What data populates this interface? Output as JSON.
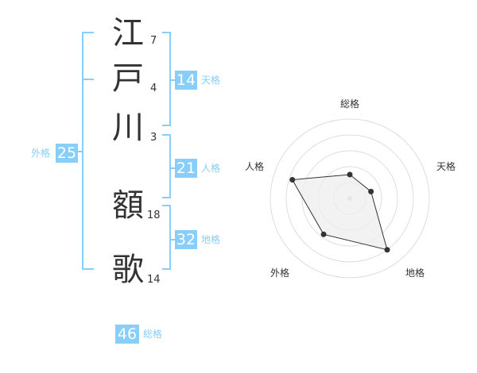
{
  "name": [
    {
      "char": "江",
      "strokes": "7"
    },
    {
      "char": "戸",
      "strokes": "4"
    },
    {
      "char": "川",
      "strokes": "3"
    },
    {
      "char": "額",
      "strokes": "18"
    },
    {
      "char": "歌",
      "strokes": "14"
    }
  ],
  "kaku": {
    "tenkaku": {
      "value": "14",
      "label": "天格"
    },
    "jinkaku": {
      "value": "21",
      "label": "人格"
    },
    "chikaku": {
      "value": "32",
      "label": "地格"
    },
    "gaikaku": {
      "value": "25",
      "label": "外格"
    },
    "soukaku": {
      "value": "46",
      "label": "総格"
    }
  },
  "colors": {
    "accent": "#87cefa",
    "text": "#333333",
    "ring": "#dddddd",
    "fill": "#eeeeee"
  },
  "chart_data": {
    "type": "radar",
    "axes": [
      "総格",
      "天格",
      "地格",
      "外格",
      "人格"
    ],
    "max": 5,
    "values": [
      1.5,
      1.4,
      4.0,
      2.8,
      3.8
    ]
  }
}
